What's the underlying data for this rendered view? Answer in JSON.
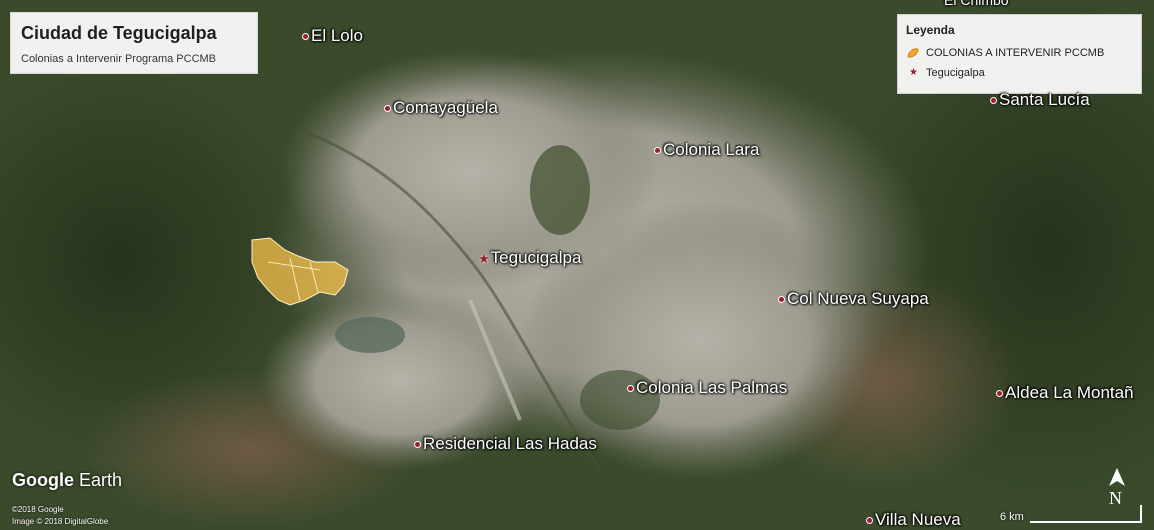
{
  "title_box": {
    "title": "Ciudad de Tegucigalpa",
    "subtitle": "Colonias a Intervenir Programa PCCMB"
  },
  "legend": {
    "title": "Leyenda",
    "items": [
      {
        "label": "COLONIAS A INTERVENIR PCCMB",
        "icon": "polygon-icon",
        "color": "#f5a623"
      },
      {
        "label": "Tegucigalpa",
        "icon": "star-icon",
        "color": "#9b1c2e"
      }
    ]
  },
  "places": {
    "el_lolo": "El Lolo",
    "comayaguela": "Comayagüela",
    "colonia_lara": "Colonia Lara",
    "tegucigalpa": "Tegucigalpa",
    "col_nueva_suyapa": "Col Nueva Suyapa",
    "colonia_las_palmas": "Colonia Las Palmas",
    "residencial_las_hadas": "Residencial Las Hadas",
    "santa_lucia": "Santa Lucía",
    "aldea_la_montana": "Aldea La Montañ",
    "villa_nueva": "Villa Nueva",
    "el_chimbo": "El Chimbo"
  },
  "attribution": {
    "logo_word1": "Google",
    "logo_word2": "Earth",
    "copyright1": "©2018 Google",
    "copyright2": "Image © 2018 DigitalGlobe"
  },
  "compass": {
    "letter": "N"
  },
  "scale": {
    "label": "6 km"
  },
  "colors": {
    "highlight_area": "#f5c04a",
    "place_marker": "#9b1c2e",
    "urban": "#9c9a8e",
    "forest": "#2f3d22"
  }
}
